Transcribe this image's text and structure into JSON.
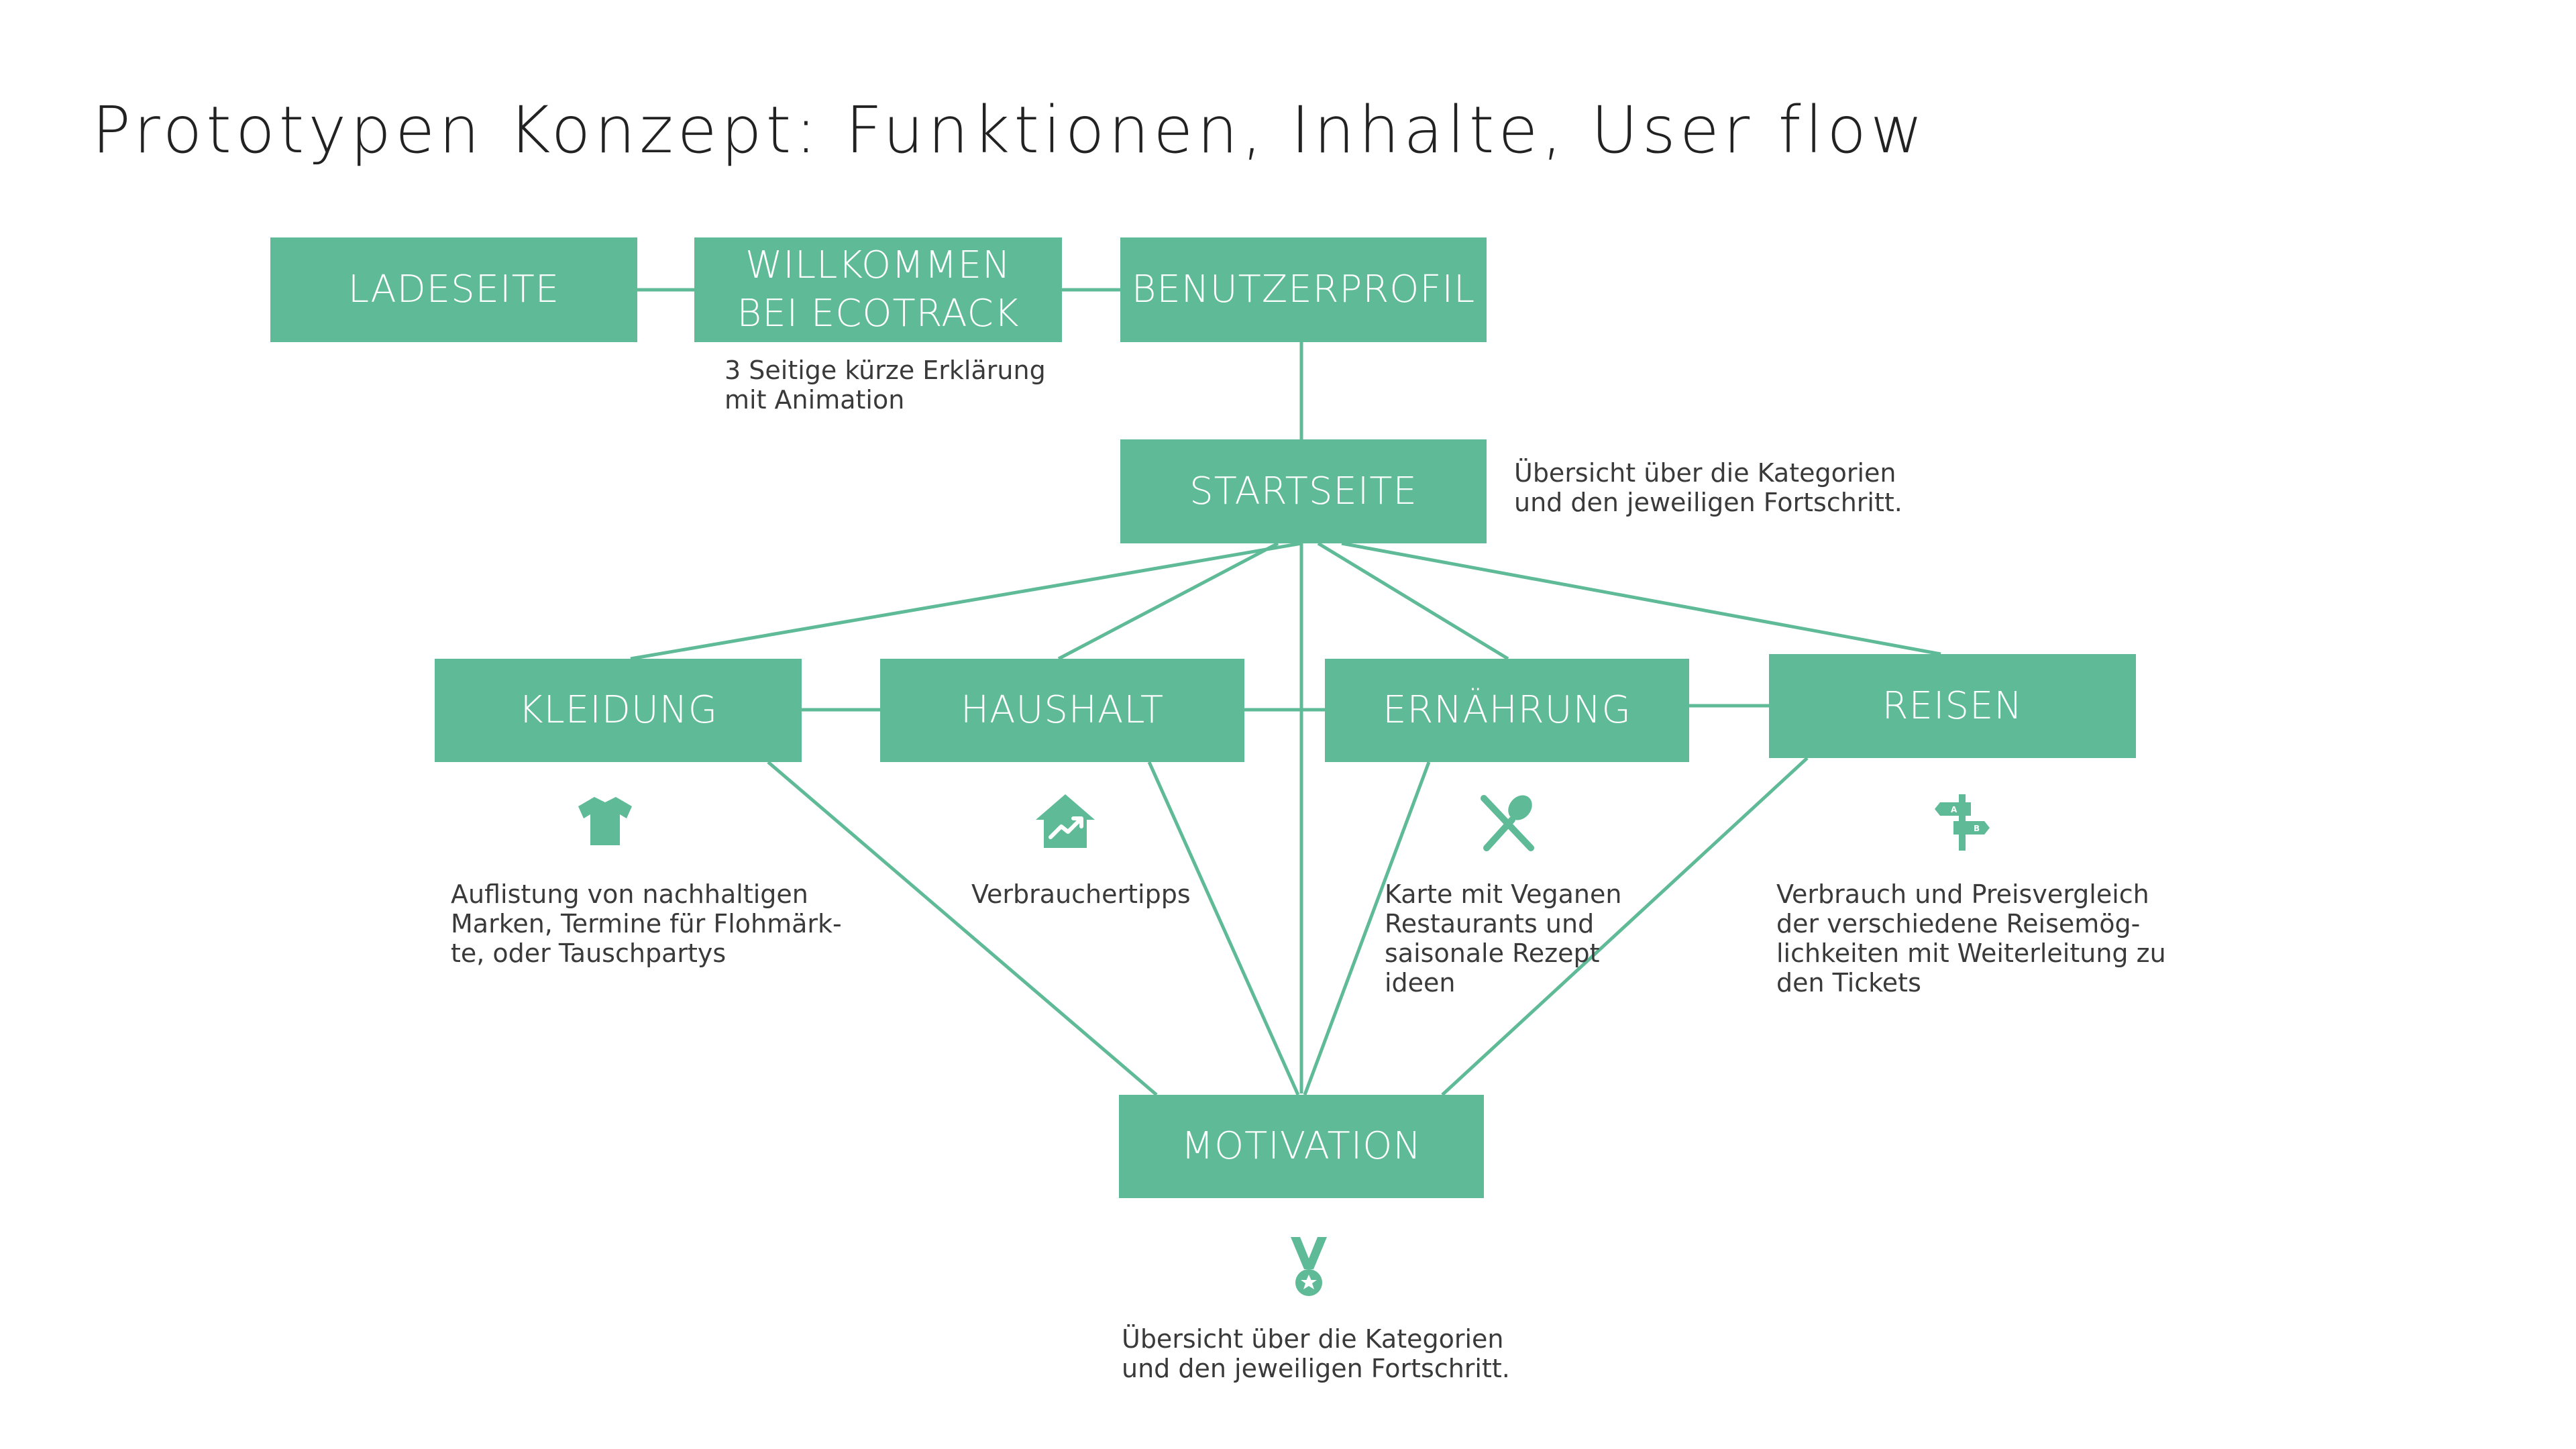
{
  "title": "Prototypen Konzept: Funktionen, Inhalte, User flow",
  "colors": {
    "accent": "#5fba97",
    "text": "#3a3a3a"
  },
  "nodes": {
    "ladeseite": "LADESEITE",
    "willkommen": "WILLKOMMEN\nBEI ECOTRACK",
    "benutzerprofil": "BENUTZERPROFIL",
    "startseite": "STARTSEITE",
    "kleidung": "KLEIDUNG",
    "haushalt": "HAUSHALT",
    "ernaehrung": "ERNÄHRUNG",
    "reisen": "REISEN",
    "motivation": "MOTIVATION"
  },
  "notes": {
    "willkommen": "3 Seitige kürze Erklärung\nmit Animation",
    "startseite": "Übersicht über die Kategorien\nund den jeweiligen Fortschritt.",
    "kleidung": "Auflistung von nachhaltigen\nMarken, Termine für Flohmärk-\nte, oder Tauschpartys",
    "haushalt": "Verbrauchertipps",
    "ernaehrung": "Karte mit Veganen\nRestaurants und\nsaisonale Rezept\nideen",
    "reisen": "Verbrauch und Preisvergleich\nder verschiedene Reisemög-\nlichkeiten mit Weiterleitung zu\nden Tickets",
    "motivation": "Übersicht über die Kategorien\nund den jeweiligen Fortschritt."
  },
  "icons": {
    "kleidung": "shirt-icon",
    "haushalt": "house-trend-icon",
    "ernaehrung": "cutlery-icon",
    "reisen": "signpost-icon",
    "motivation": "medal-icon"
  }
}
